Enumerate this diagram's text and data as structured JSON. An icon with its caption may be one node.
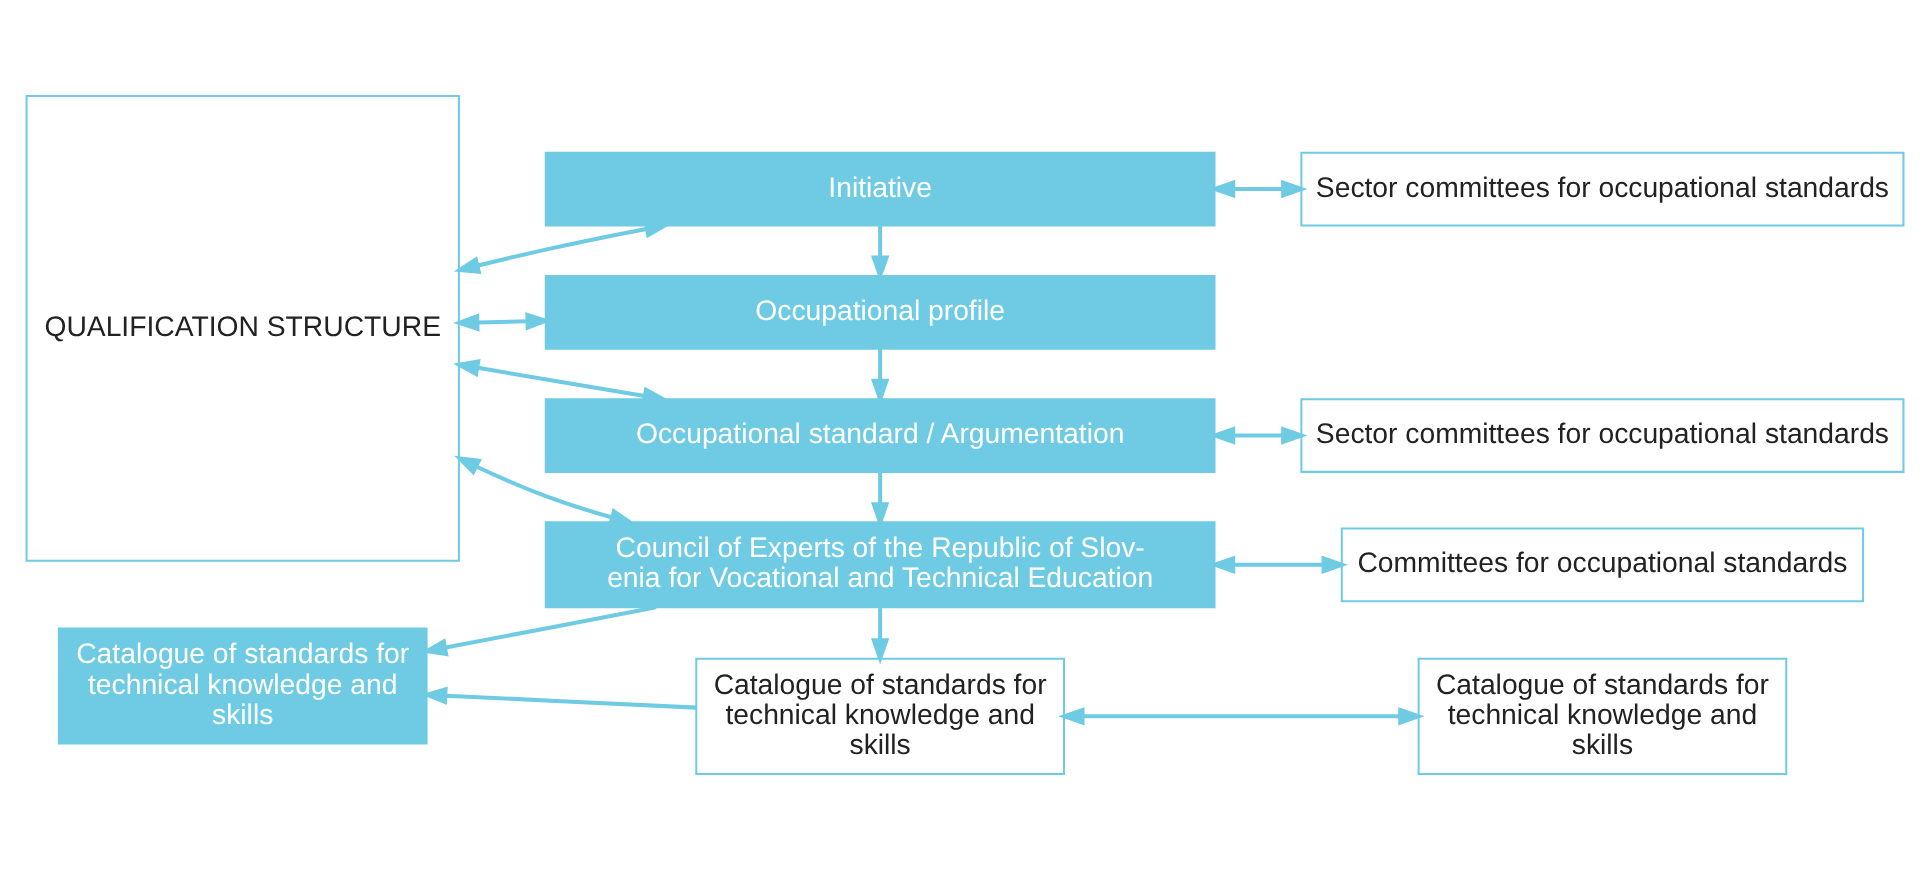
{
  "diagram": {
    "nodes": [
      {
        "text": [
          "QUALIFICATION STRUCTURE"
        ]
      },
      {
        "text": [
          "Initiative"
        ]
      },
      {
        "text": [
          "Occupational profile"
        ]
      },
      {
        "text": [
          "Occupational standard / Argumentation"
        ]
      },
      {
        "text": [
          "Council of Experts of the Republic of Slov- enia for Vocational and Technical Education"
        ]
      },
      {
        "text": [
          "Sector committees for occupational standards"
        ]
      },
      {
        "text": [
          "Sector committees for occupational standards"
        ]
      },
      {
        "text": [
          "Committees for occupational standards"
        ]
      },
      {
        "text": [
          "Catalogue of standards for technical knowledge and skills"
        ]
      },
      {
        "text": [
          "Catalogue of standards for technical knowledge and skills"
        ]
      },
      {
        "text": [
          "Catalogue of standards for technical knowledge and skills"
        ]
      }
    ],
    "edges": [
      {
        "from": 0,
        "to": 1,
        "arrow": "both"
      },
      {
        "from": 0,
        "to": 2,
        "arrow": "both"
      },
      {
        "from": 0,
        "to": 3,
        "arrow": "both"
      },
      {
        "from": 0,
        "to": 4,
        "arrow": "both"
      },
      {
        "from": 1,
        "to": 5,
        "arrow": "both"
      },
      {
        "from": 3,
        "to": 6,
        "arrow": "both"
      },
      {
        "from": 4,
        "to": 7,
        "arrow": "both"
      },
      {
        "from": 1,
        "to": 2,
        "arrow": "to"
      },
      {
        "from": 2,
        "to": 3,
        "arrow": "to"
      },
      {
        "from": 3,
        "to": 4,
        "arrow": "to"
      },
      {
        "from": 4,
        "to": 8,
        "arrow": "to"
      },
      {
        "from": 4,
        "to": 9,
        "arrow": "to"
      },
      {
        "from": 9,
        "to": 8,
        "arrow": "to"
      },
      {
        "from": 9,
        "to": 10,
        "arrow": "both"
      }
    ]
  }
}
